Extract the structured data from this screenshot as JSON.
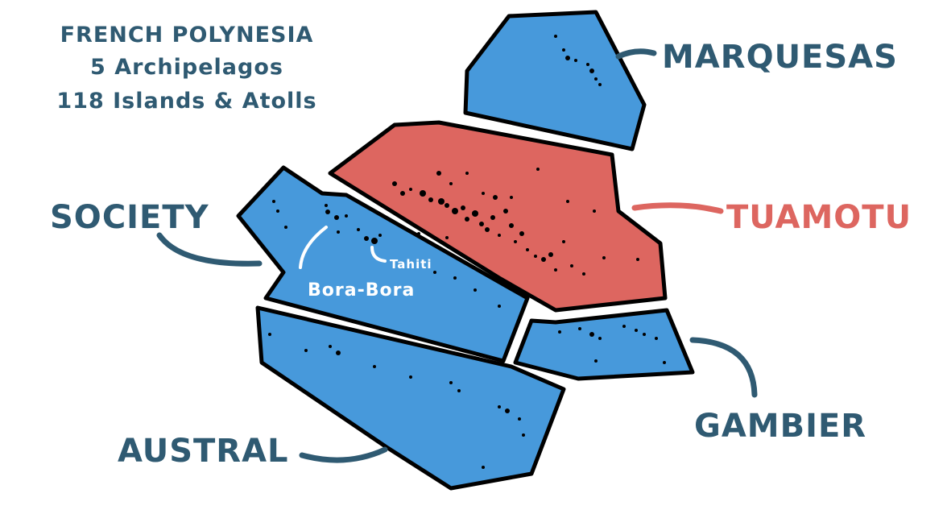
{
  "header": {
    "title": "FRENCH POLYNESIA",
    "archipelagos": "5 Archipelagos",
    "islands": "118 Islands & Atolls"
  },
  "archipelagos": {
    "marquesas": "MARQUESAS",
    "tuamotu": "TUAMOTU",
    "society": "SOCIETY",
    "gambier": "GAMBIER",
    "austral": "AUSTRAL"
  },
  "islands": {
    "bora_bora": "Bora-Bora",
    "tahiti": "Tahiti"
  },
  "colors": {
    "region_blue": "#4799db",
    "region_red": "#dd6660",
    "label_dark": "#2f5a72",
    "label_red": "#dd6660",
    "outline": "#000000"
  }
}
